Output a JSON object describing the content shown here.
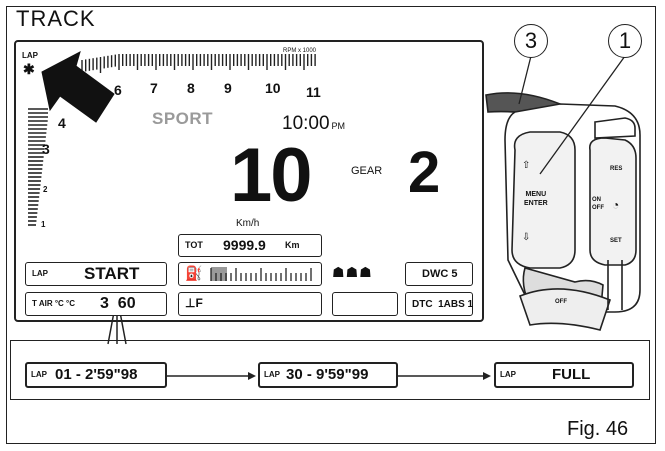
{
  "figure": {
    "mode_title": "TRACK",
    "caption": "Fig. 46",
    "callouts": [
      "3",
      "1"
    ]
  },
  "dashboard": {
    "lap_indicator": "LAP",
    "bluetooth_icon": "bluetooth-icon",
    "rpm_scale_label": "RPM x 1000",
    "rpm_ticks": [
      "4",
      "6",
      "7",
      "8",
      "9",
      "10",
      "11"
    ],
    "rpm_ticks_small": [
      "3",
      "2",
      "1"
    ],
    "riding_mode": "SPORT",
    "clock_time": "10:00",
    "clock_suffix": "PM",
    "speed": "10",
    "speed_unit": "Km/h",
    "gear_label": "GEAR",
    "gear_value": "2",
    "odometer": {
      "label": "TOT",
      "value": "9999.9",
      "unit": "Km"
    },
    "lap_box": {
      "label": "LAP",
      "value": "START"
    },
    "air_temp": {
      "label": "T AIR °C °C",
      "value": "3  60"
    },
    "dwc": "DWC  5",
    "dtc_abs": "DTC  1ABS 1",
    "fuel_icon": "fuel-pump-icon",
    "fuel_level_percent": 15,
    "reserve_icon": "fuel-reserve-icon"
  },
  "lap_sequence": [
    {
      "label": "LAP",
      "value": "01 - 2'59\"98"
    },
    {
      "label": "LAP",
      "value": "30 - 9'59\"99"
    },
    {
      "label": "LAP",
      "value": "FULL"
    }
  ],
  "handlebar": {
    "menu_button": "MENU\nENTER",
    "on_off_label": "ON\nOFF",
    "set_label": "SET",
    "res_label": "RES",
    "off_label": "OFF"
  }
}
